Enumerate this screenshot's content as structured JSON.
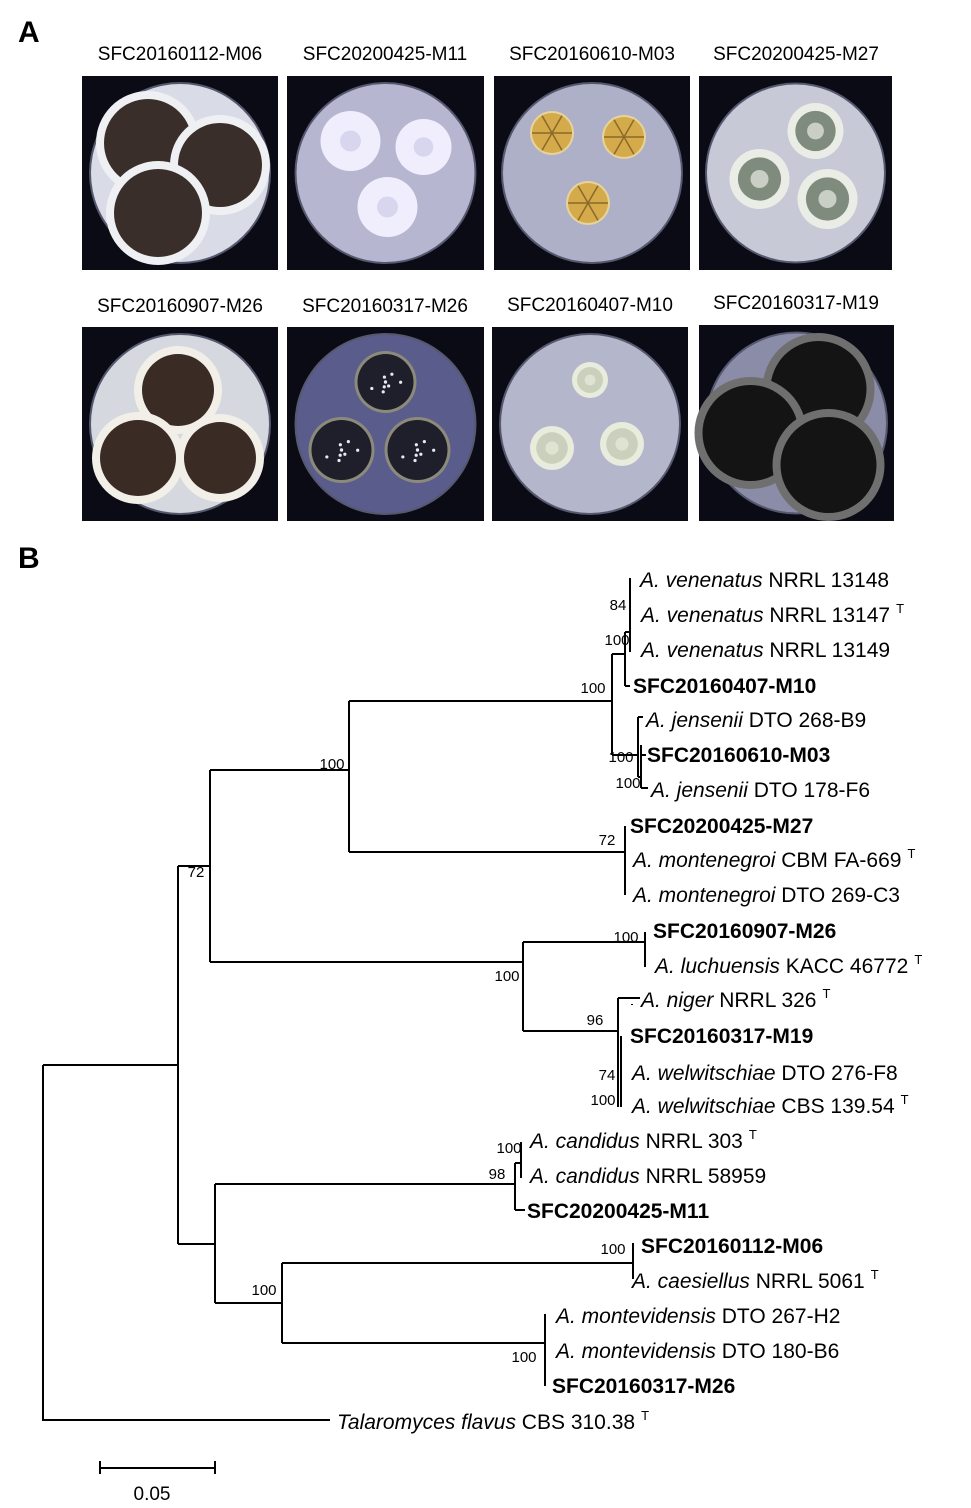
{
  "panels": {
    "a_label": "A",
    "b_label": "B"
  },
  "plates": [
    {
      "label": "SFC20160112-M06",
      "bg": "#0a0b14",
      "agar": "#d9dce6",
      "colony": "#3a2e2a",
      "halo": "#eef0f4",
      "style": "fuzzy"
    },
    {
      "label": "SFC20200425-M11",
      "bg": "#0a0b14",
      "agar": "#b7b6d0",
      "colony": "#f0eefc",
      "halo": "#d8d6ee",
      "style": "flat"
    },
    {
      "label": "SFC20160610-M03",
      "bg": "#0a0b14",
      "agar": "#aeb0c8",
      "colony": "#d5aa4a",
      "halo": "#e6d49a",
      "style": "wrinkled"
    },
    {
      "label": "SFC20200425-M27",
      "bg": "#0a0b14",
      "agar": "#c7cad6",
      "colony": "#7f8b7c",
      "halo": "#eaece6",
      "style": "ringed"
    },
    {
      "label": "SFC20160907-M26",
      "bg": "#0a0b14",
      "agar": "#d6d8e0",
      "colony": "#3b2b25",
      "halo": "#f2efe8",
      "style": "fuzzy"
    },
    {
      "label": "SFC20160317-M26",
      "bg": "#0a0b14",
      "agar": "#5a5c8c",
      "colony": "#1e1f2a",
      "halo": "#8c8a7a",
      "style": "speckled"
    },
    {
      "label": "SFC20160407-M10",
      "bg": "#0a0b14",
      "agar": "#b4b6cc",
      "colony": "#c9d1bd",
      "halo": "#e8ecdc",
      "style": "ringed"
    },
    {
      "label": "SFC20160317-M19",
      "bg": "#0a0b14",
      "agar": "#8a8ca8",
      "colony": "#141414",
      "halo": "#6f6f70",
      "style": "fuzzy"
    }
  ],
  "tree": {
    "taxa": [
      {
        "italic": "A. venenatus",
        "rest": " NRRL 13148",
        "sup": "",
        "bold": false
      },
      {
        "italic": "A. venenatus",
        "rest": " NRRL 13147",
        "sup": "T",
        "bold": false
      },
      {
        "italic": "A. venenatus",
        "rest": " NRRL 13149",
        "sup": "",
        "bold": false
      },
      {
        "italic": "",
        "rest": "SFC20160407-M10",
        "sup": "",
        "bold": true
      },
      {
        "italic": "A. jensenii",
        "rest": " DTO 268-B9",
        "sup": "",
        "bold": false
      },
      {
        "italic": "",
        "rest": "SFC20160610-M03",
        "sup": "",
        "bold": true
      },
      {
        "italic": "A. jensenii",
        "rest": " DTO 178-F6",
        "sup": "",
        "bold": false
      },
      {
        "italic": "",
        "rest": "SFC20200425-M27",
        "sup": "",
        "bold": true
      },
      {
        "italic": "A. montenegroi",
        "rest": " CBM FA-669",
        "sup": "T",
        "bold": false
      },
      {
        "italic": "A. montenegroi",
        "rest": " DTO 269-C3",
        "sup": "",
        "bold": false
      },
      {
        "italic": "",
        "rest": "SFC20160907-M26",
        "sup": "",
        "bold": true
      },
      {
        "italic": "A. luchuensis",
        "rest": " KACC 46772",
        "sup": "T",
        "bold": false
      },
      {
        "italic": "A. niger",
        "rest": " NRRL 326",
        "sup": "T",
        "bold": false
      },
      {
        "italic": "",
        "rest": "SFC20160317-M19",
        "sup": "",
        "bold": true
      },
      {
        "italic": "A. welwitschiae",
        "rest": " DTO 276-F8",
        "sup": "",
        "bold": false
      },
      {
        "italic": "A. welwitschiae",
        "rest": " CBS 139.54",
        "sup": "T",
        "bold": false
      },
      {
        "italic": "A. candidus",
        "rest": " NRRL 303",
        "sup": "T",
        "bold": false
      },
      {
        "italic": "A. candidus",
        "rest": " NRRL 58959",
        "sup": "",
        "bold": false
      },
      {
        "italic": "",
        "rest": "SFC20200425-M11",
        "sup": "",
        "bold": true
      },
      {
        "italic": "",
        "rest": "SFC20160112-M06",
        "sup": "",
        "bold": true
      },
      {
        "italic": "A. caesiellus",
        "rest": " NRRL 5061",
        "sup": "T",
        "bold": false
      },
      {
        "italic": "A. montevidensis",
        "rest": " DTO 267-H2",
        "sup": "",
        "bold": false
      },
      {
        "italic": "A. montevidensis",
        "rest": " DTO 180-B6",
        "sup": "",
        "bold": false
      },
      {
        "italic": "",
        "rest": "SFC20160317-M26",
        "sup": "",
        "bold": true
      },
      {
        "italic": "Talaromyces flavus",
        "rest": " CBS 310.38",
        "sup": "T",
        "bold": false
      }
    ],
    "supports": [
      "72",
      "100",
      "100",
      "100",
      "84",
      "100",
      "100",
      "72",
      "100",
      "96",
      "74",
      "100",
      "100",
      "100",
      "98",
      "100",
      "100",
      "100",
      "100"
    ],
    "scale_label": "0.05",
    "line_color": "#000000"
  }
}
